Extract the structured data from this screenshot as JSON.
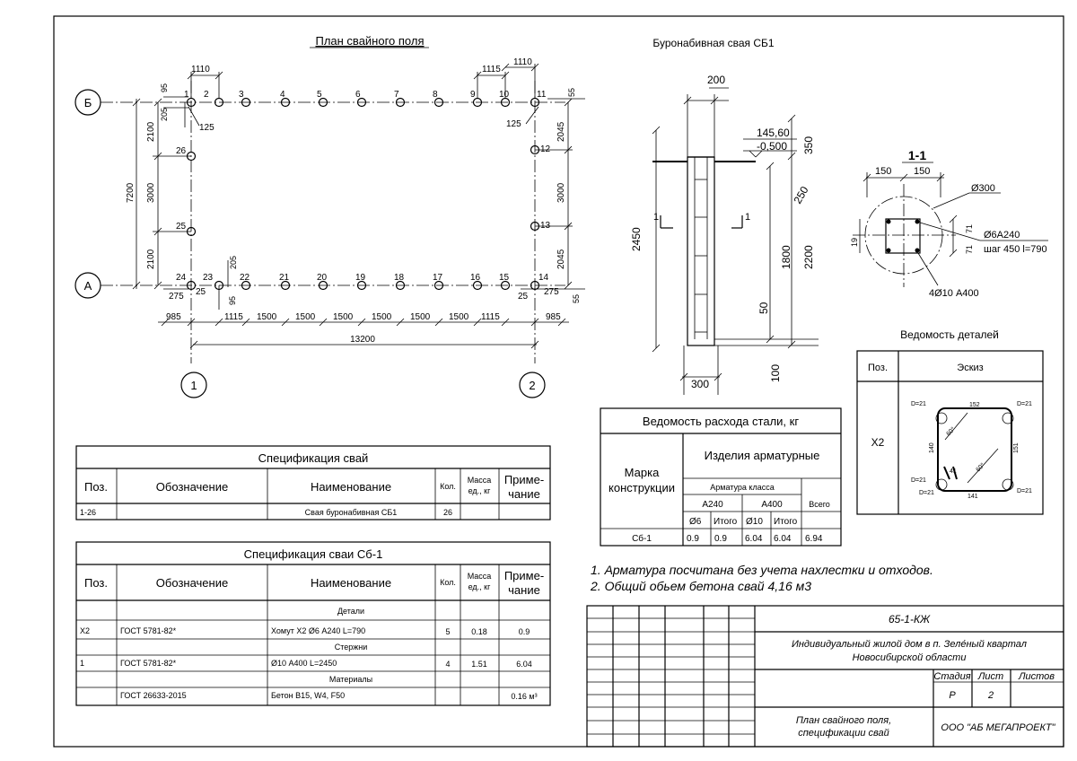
{
  "pile_plan": {
    "title": "План свайного поля",
    "axes": {
      "row_b": "Б",
      "row_a": "А",
      "col_1": "1",
      "col_2": "2"
    },
    "top_numbers": [
      "1",
      "2",
      "3",
      "4",
      "5",
      "6",
      "7",
      "8",
      "9",
      "10",
      "11"
    ],
    "bottom_numbers": [
      "24",
      "23",
      "22",
      "21",
      "20",
      "19",
      "18",
      "17",
      "16",
      "15",
      "14"
    ],
    "left_side_numbers": [
      "26",
      "25"
    ],
    "right_side_numbers": [
      "12",
      "13"
    ],
    "dims": {
      "top_1110_left": "1110",
      "top_1115_right": "1115",
      "top_1110_right": "1110",
      "d95": "95",
      "d205": "205",
      "d125_left": "125",
      "d125_right": "125",
      "d55_top": "55",
      "left_2100_top": "2100",
      "left_3000": "3000",
      "left_2100_bottom": "2100",
      "left_7200": "7200",
      "right_2045_top": "2045",
      "right_3000": "3000",
      "right_2045_bottom": "2045",
      "d205_bottom": "205",
      "d95_bottom": "95",
      "d275_left": "275",
      "d25_left": "25",
      "d25_right": "25",
      "d275_right": "275",
      "d55_bottom": "55",
      "bottom_chain": [
        "985",
        "1115",
        "1500",
        "1500",
        "1500",
        "1500",
        "1500",
        "1500",
        "1115",
        "985"
      ],
      "overall": "13200"
    }
  },
  "pile_detail": {
    "title": "Буронабивная свая СБ1",
    "d200": "200",
    "elev_top": "145,60",
    "elev_mark": "-0,500",
    "d350": "350",
    "d250": "250",
    "d2450": "2450",
    "d1800": "1800",
    "d2200": "2200",
    "d50": "50",
    "d100": "100",
    "d300": "300",
    "cut_mark_left": "1",
    "cut_mark_right": "1"
  },
  "section": {
    "title": "1-1",
    "d150_left": "150",
    "d150_right": "150",
    "dia": "Ø300",
    "stirrup": "Ø6А240",
    "step": "шаг 450 l=790",
    "bars": "4Ø10 А400",
    "d19": "19",
    "d71_top": "71",
    "d71_bottom": "71"
  },
  "details_sheet": {
    "title": "Ведомость деталей",
    "col_pos": "Поз.",
    "col_sketch": "Эскиз",
    "pos": "Х2",
    "sketch": {
      "d21_tl": "D=21",
      "d21_tr": "D=21",
      "d21_bl": "D=21",
      "d21_bl2": "D=21",
      "d21_br": "D=21",
      "len_top": "152",
      "len_left": "140",
      "len_right": "151",
      "len_bottom": "141",
      "hook": "41",
      "ang_top": "60°",
      "ang_bottom": "60°"
    }
  },
  "steel": {
    "title": "Ведомость расхода стали, кг",
    "col_mark": "Марка конструкции",
    "col_products": "Изделия арматурные",
    "col_class": "Арматура класса",
    "col_a240": "А240",
    "col_a400": "А400",
    "col_total": "Всего",
    "sub": [
      "Ø6",
      "Итого",
      "Ø10",
      "Итого"
    ],
    "row": {
      "mark": "Сб-1",
      "values": [
        "0.9",
        "0.9",
        "6.04",
        "6.04",
        "6.94"
      ]
    }
  },
  "notes": [
    "1.  Арматура посчитана без учета нахлестки и отходов.",
    "2.  Общий обьем бетона свай 4,16 м3"
  ],
  "spec_piles": {
    "title": "Спецификация свай",
    "headers": {
      "pos": "Поз.",
      "designation": "Обозначение",
      "name": "Наименование",
      "qty": "Кол.",
      "mass_1": "Масса",
      "mass_2": "ед., кг",
      "note_1": "Приме-",
      "note_2": "чание"
    },
    "rows": [
      {
        "pos": "1-26",
        "designation": "",
        "name": "Свая буронабивная СБ1",
        "qty": "26",
        "mass": "",
        "note": ""
      }
    ]
  },
  "spec_sb1": {
    "title": "Спецификация сваи Сб-1",
    "headers": {
      "pos": "Поз.",
      "designation": "Обозначение",
      "name": "Наименование",
      "qty": "Кол.",
      "mass_1": "Масса",
      "mass_2": "ед., кг",
      "note_1": "Приме-",
      "note_2": "чание"
    },
    "section_details": "Детали",
    "section_rods": "Стержни",
    "section_materials": "Материалы",
    "row_x2": {
      "pos": "Х2",
      "designation": "ГОСТ 5781-82*",
      "name": "Хомут Х2 Ø6 А240 L=790",
      "qty": "5",
      "mass": "0.18",
      "note": "0.9"
    },
    "row_1": {
      "pos": "1",
      "designation": "ГОСТ 5781-82*",
      "name": "Ø10 А400 L=2450",
      "qty": "4",
      "mass": "1.51",
      "note": "6.04"
    },
    "row_concrete": {
      "pos": "",
      "designation": "ГОСТ 26633-2015",
      "name": "Бетон В15, W4, F50",
      "qty": "",
      "mass": "",
      "note": "0.16 м³"
    }
  },
  "title_block": {
    "code": "65-1-КЖ",
    "project_1": "Индивидуальный жилой дом в п. Зеле́ный квартал",
    "project_2": "Новосибирской области",
    "stage_label": "Стадия",
    "sheet_label": "Лист",
    "sheets_label": "Листов",
    "stage": "Р",
    "sheet": "2",
    "sheets": "",
    "drawing_1": "План свайного поля,",
    "drawing_2": "спецификации свай",
    "company": "ООО \"АБ МЕГАПРОЕКТ\""
  }
}
